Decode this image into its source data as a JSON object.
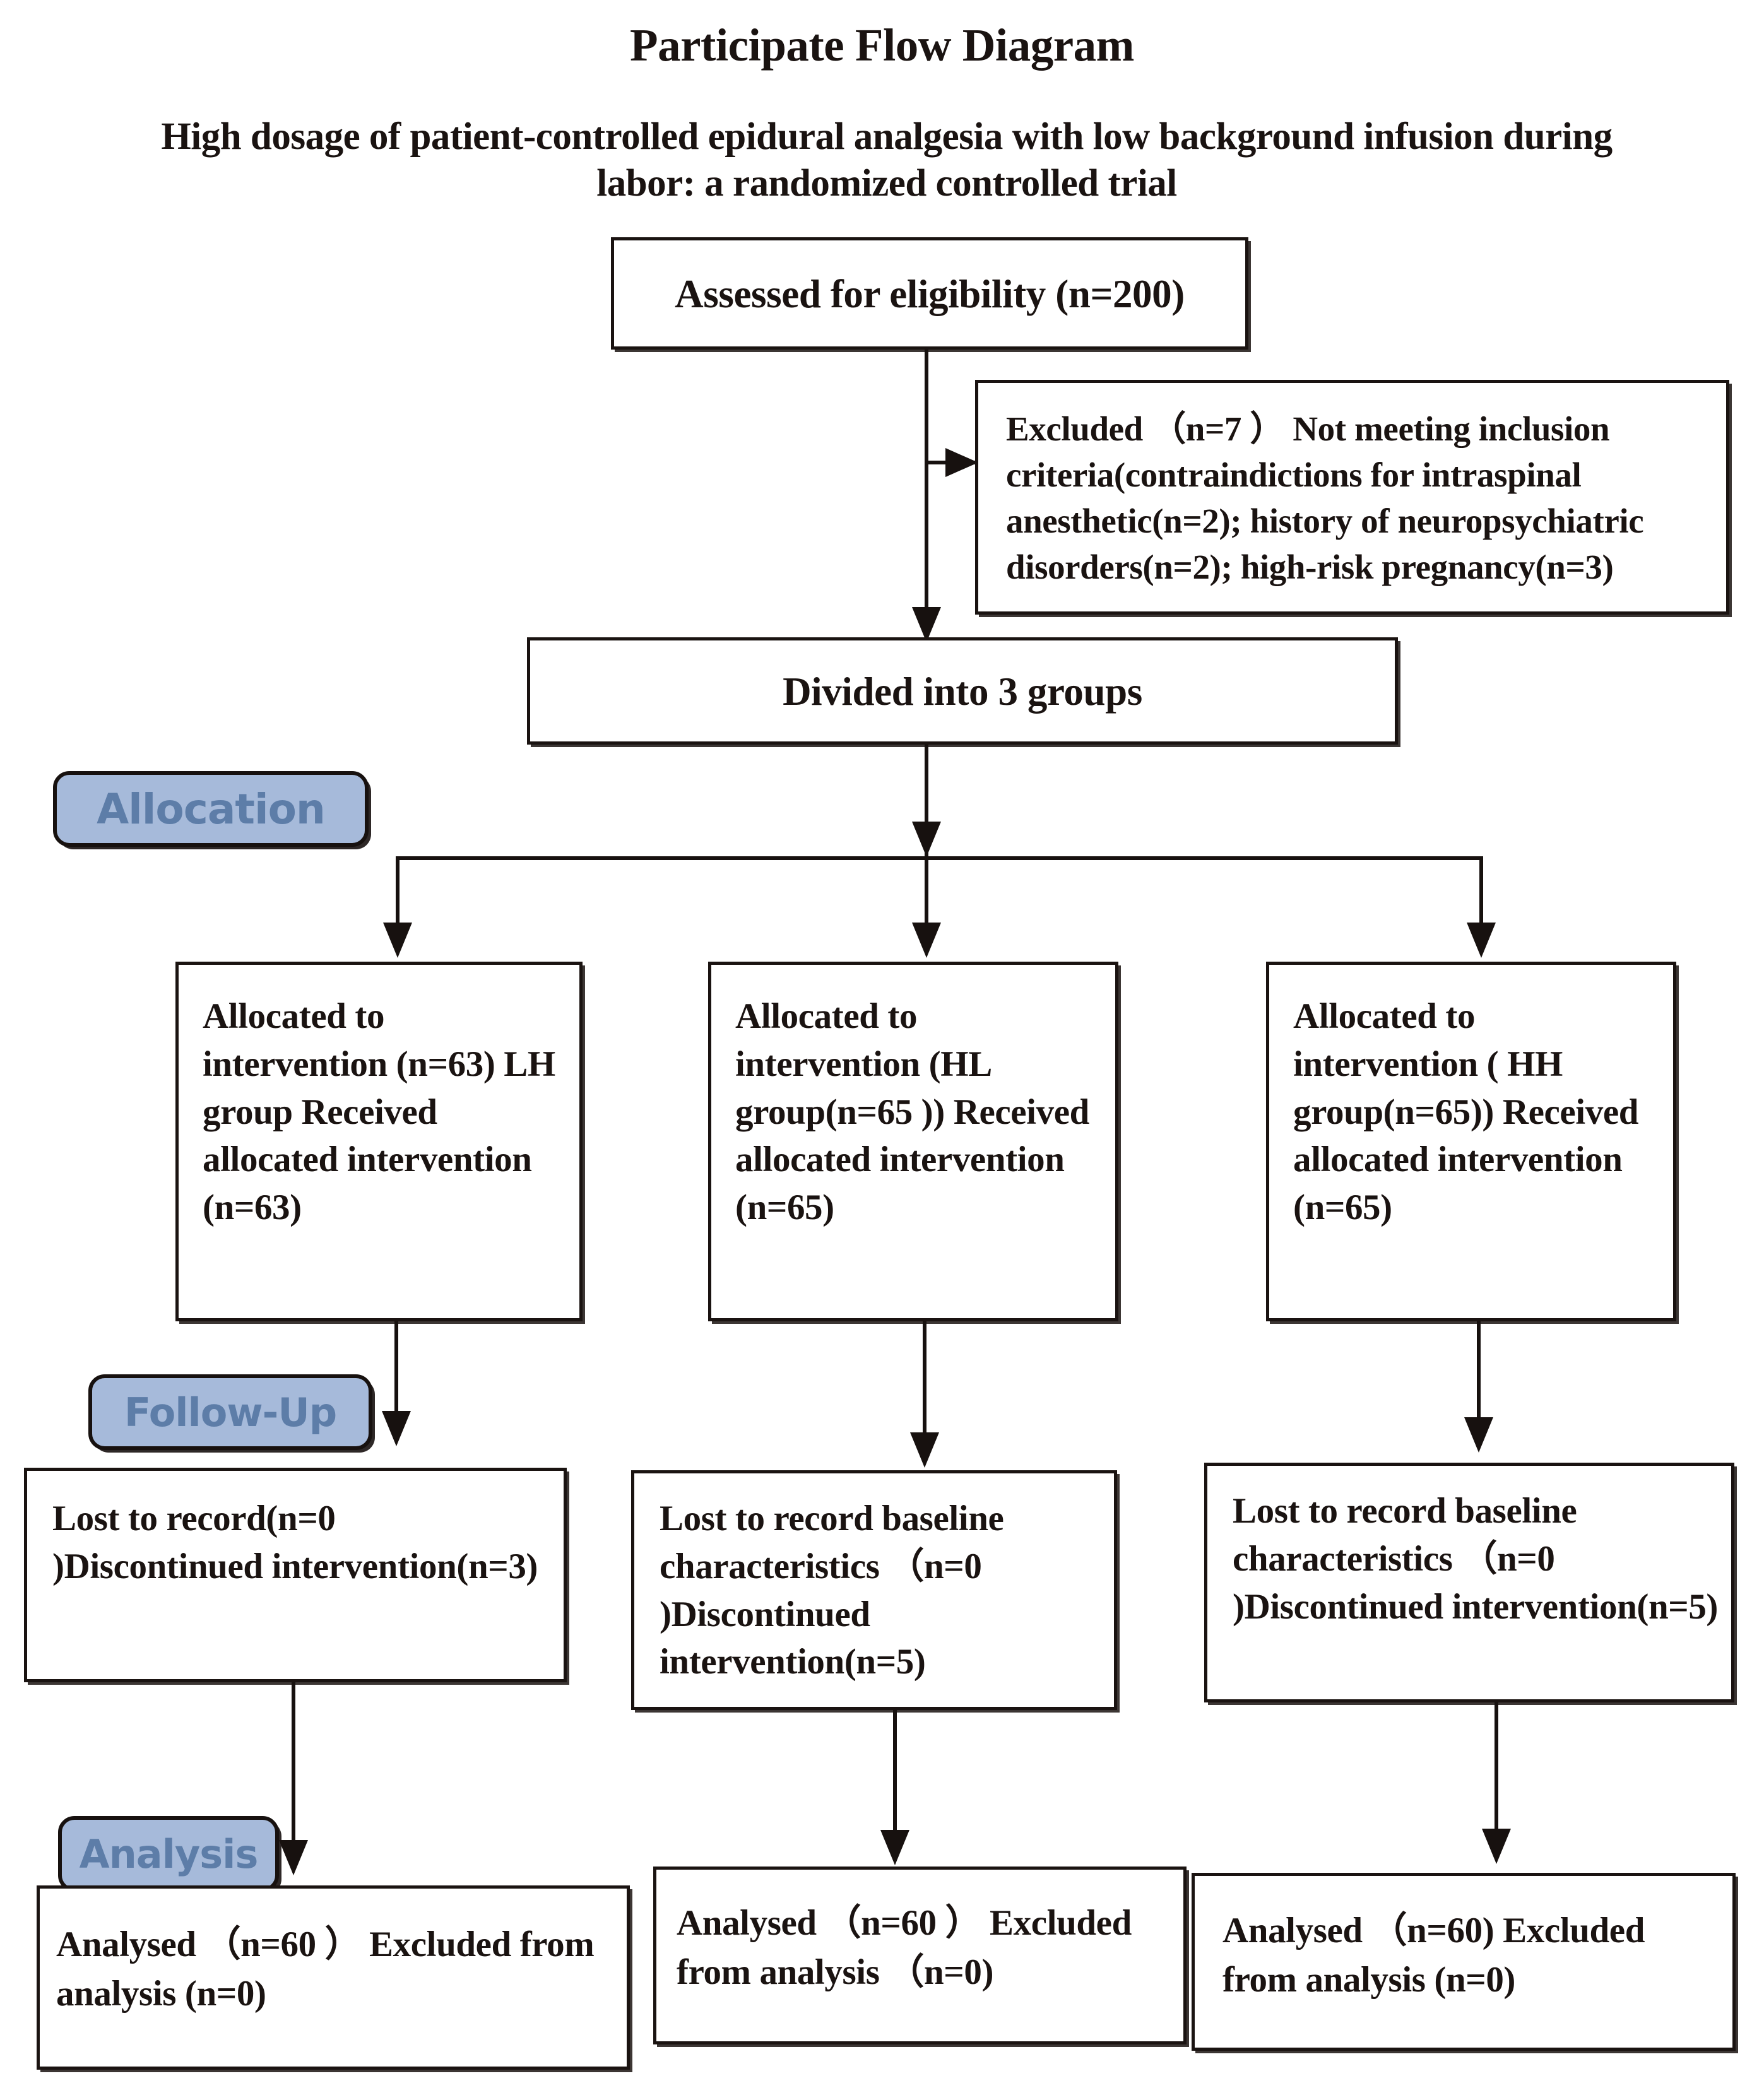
{
  "titles": {
    "main": "Participate Flow Diagram",
    "subtitle": "High dosage of patient-controlled epidural analgesia with low background infusion during labor: a randomized controlled trial"
  },
  "badges": {
    "allocation": "Allocation",
    "follow_up": "Follow-Up",
    "analysis": "Analysis"
  },
  "colors": {
    "badge_fill": "#a6bada",
    "badge_text": "#5d7da8",
    "line": "#17110f",
    "box_text": "#1a1311"
  },
  "enrollment": {
    "assessed": "Assessed for eligibility (n=200)",
    "excluded": "Excluded （n=7 ） Not meeting inclusion criteria(contraindictions for intraspinal anesthetic(n=2); history of neuropsychiatric disorders(n=2); high-risk pregnancy(n=3)",
    "divided": "Divided into 3 groups"
  },
  "allocation_boxes": [
    {
      "id": "lh",
      "text": "Allocated to intervention (n=63) LH group Received allocated intervention (n=63)"
    },
    {
      "id": "hl",
      "text": "Allocated to intervention (HL group(n=65 )) Received allocated intervention (n=65)"
    },
    {
      "id": "hh",
      "text": "Allocated to intervention ( HH group(n=65)) Received allocated intervention (n=65)"
    }
  ],
  "followup_boxes": [
    {
      "id": "lh",
      "text": "Lost  to record(n=0 )Discontinued intervention(n=3)"
    },
    {
      "id": "hl",
      "text": "Lost  to record baseline characteristics （n=0 )Discontinued intervention(n=5)"
    },
    {
      "id": "hh",
      "text": "Lost  to record baseline characteristics （n=0 )Discontinued intervention(n=5)"
    }
  ],
  "analysis_boxes": [
    {
      "id": "lh",
      "text": "Analysed （n=60 ） Excluded from analysis (n=0)"
    },
    {
      "id": "hl",
      "text": "Analysed （n=60 ） Excluded from analysis （n=0)"
    },
    {
      "id": "hh",
      "text": "Analysed （n=60) Excluded from analysis (n=0)"
    }
  ],
  "flow_data": {
    "type": "consort-flow",
    "assessed_n": 200,
    "excluded_n": 7,
    "exclusion_reasons": [
      {
        "reason": "contraindictions for intraspinal anesthetic",
        "n": 2
      },
      {
        "reason": "history of neuropsychiatric disorders",
        "n": 2
      },
      {
        "reason": "high-risk pregnancy",
        "n": 3
      }
    ],
    "groups": [
      {
        "name": "LH",
        "allocated": 63,
        "received": 63,
        "lost_to_record": 0,
        "discontinued": 3,
        "analysed": 60,
        "excluded_from_analysis": 0
      },
      {
        "name": "HL",
        "allocated": 65,
        "received": 65,
        "lost_to_record": 0,
        "discontinued": 5,
        "analysed": 60,
        "excluded_from_analysis": 0
      },
      {
        "name": "HH",
        "allocated": 65,
        "received": 65,
        "lost_to_record": 0,
        "discontinued": 5,
        "analysed": 60,
        "excluded_from_analysis": 0
      }
    ],
    "stages": [
      "Allocation",
      "Follow-Up",
      "Analysis"
    ]
  }
}
